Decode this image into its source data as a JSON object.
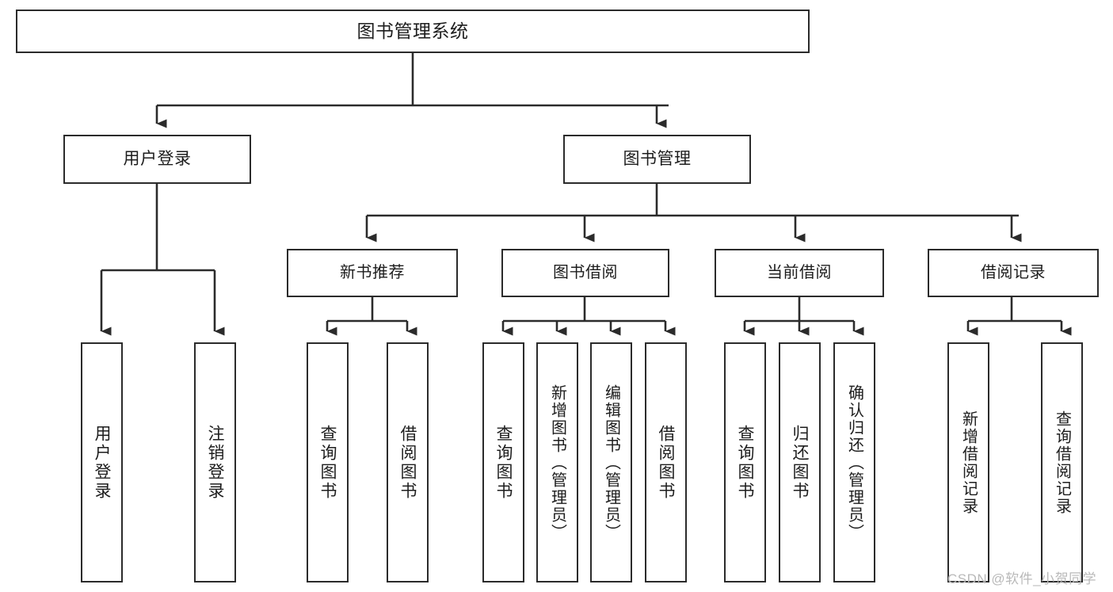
{
  "diagram": {
    "title": "图书管理系统",
    "type": "tree-hierarchy-chart",
    "root": {
      "id": "root",
      "label": "图书管理系统"
    },
    "level2": [
      {
        "id": "user-login",
        "label": "用户登录"
      },
      {
        "id": "book-manage",
        "label": "图书管理"
      }
    ],
    "level3": [
      {
        "id": "new-book-rec",
        "label": "新书推荐",
        "parent": "book-manage"
      },
      {
        "id": "book-borrow",
        "label": "图书借阅",
        "parent": "book-manage"
      },
      {
        "id": "current-borrow",
        "label": "当前借阅",
        "parent": "book-manage"
      },
      {
        "id": "borrow-record",
        "label": "借阅记录",
        "parent": "book-manage"
      }
    ],
    "leaves": [
      {
        "id": "leaf-user-login",
        "label": "用户登录",
        "parent": "user-login"
      },
      {
        "id": "leaf-user-logout",
        "label": "注销登录",
        "parent": "user-login"
      },
      {
        "id": "leaf-rec-query",
        "label": "查询图书",
        "parent": "new-book-rec"
      },
      {
        "id": "leaf-rec-borrow",
        "label": "借阅图书",
        "parent": "new-book-rec"
      },
      {
        "id": "leaf-borrow-query",
        "label": "查询图书",
        "parent": "book-borrow"
      },
      {
        "id": "leaf-borrow-add",
        "label": "新增图书（管理员）",
        "parent": "book-borrow"
      },
      {
        "id": "leaf-borrow-edit",
        "label": "编辑图书（管理员）",
        "parent": "book-borrow"
      },
      {
        "id": "leaf-borrow-lend",
        "label": "借阅图书",
        "parent": "book-borrow"
      },
      {
        "id": "leaf-cur-query",
        "label": "查询图书",
        "parent": "current-borrow"
      },
      {
        "id": "leaf-cur-return",
        "label": "归还图书",
        "parent": "current-borrow"
      },
      {
        "id": "leaf-cur-confirm",
        "label": "确认归还（管理员）",
        "parent": "current-borrow"
      },
      {
        "id": "leaf-rec-add",
        "label": "新增借阅记录",
        "parent": "borrow-record"
      },
      {
        "id": "leaf-rec-query-record",
        "label": "查询借阅记录",
        "parent": "borrow-record"
      }
    ]
  },
  "watermark": {
    "text": "CSDN @软件_小贺同学"
  },
  "colors": {
    "stroke": "#2b2b2b",
    "fill": "#ffffff",
    "text": "#1d1d1d",
    "watermark": "#b9b9b9"
  }
}
